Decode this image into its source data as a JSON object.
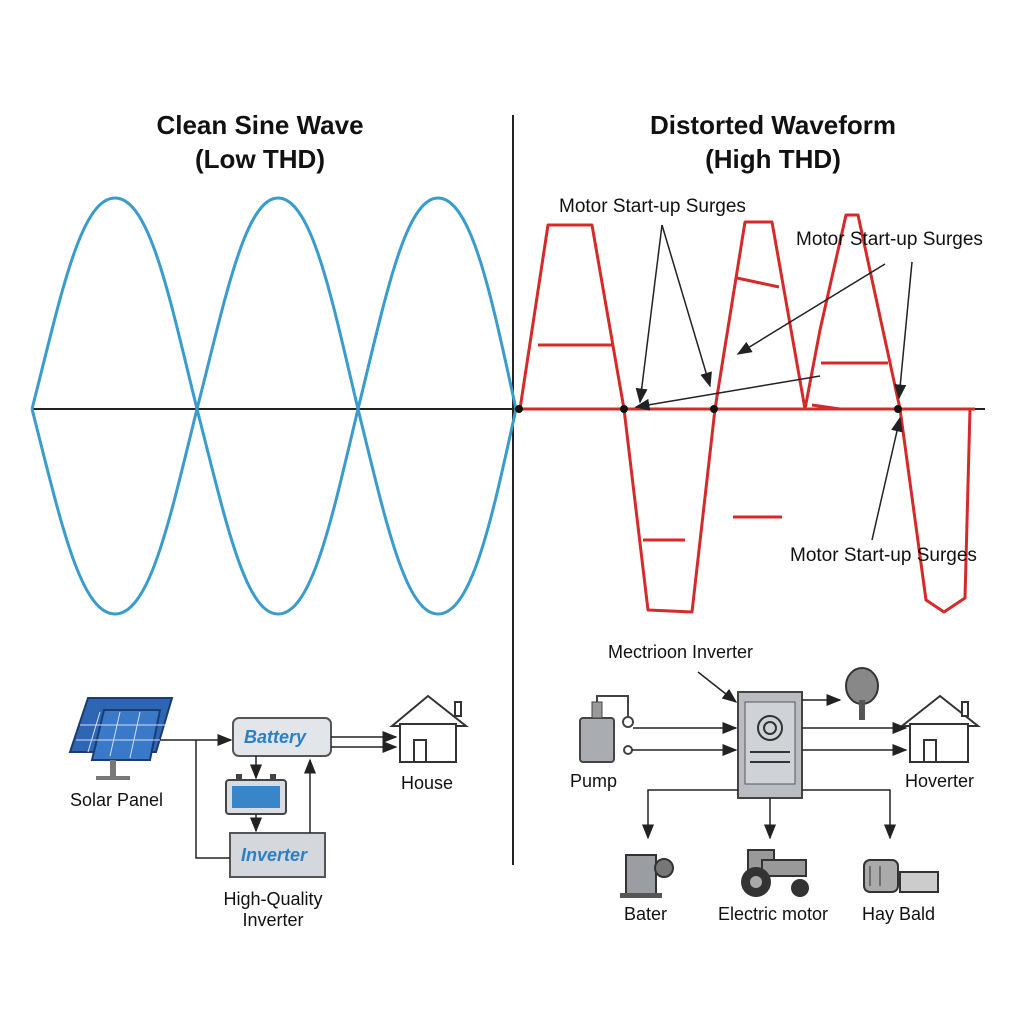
{
  "left_panel": {
    "title_line1": "Clean Sine Wave",
    "title_line2": "(Low THD)",
    "wave_color": "#3a9ccc",
    "system": {
      "solar_panel": "Solar Panel",
      "battery": "Battery",
      "inverter": "Inverter",
      "high_quality_line1": "High-Quality",
      "high_quality_line2": "Inverter",
      "house": "House"
    }
  },
  "right_panel": {
    "title_line1": "Distorted Waveform",
    "title_line2": "(High THD)",
    "wave_color": "#d42a2a",
    "annotations": [
      "Motor Start-up Surges",
      "Motor Start-up Surges",
      "Motor Start-up Surges"
    ],
    "system": {
      "inverter_label": "Mectrioon Inverter",
      "pump": "Pump",
      "house": "Hoverter",
      "bater": "Bater",
      "electric_motor": "Electric motor",
      "hay_bale": "Hay Bald"
    }
  }
}
